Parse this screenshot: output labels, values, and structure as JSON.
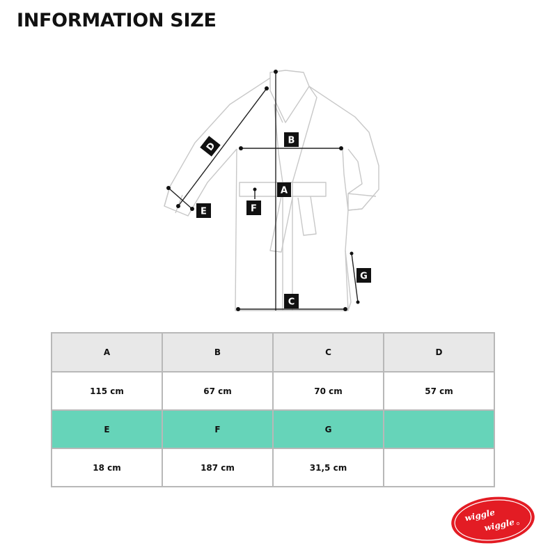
{
  "title": "INFORMATION SIZE",
  "diagram": {
    "labels": [
      "A",
      "B",
      "C",
      "D",
      "E",
      "F",
      "G"
    ]
  },
  "table": {
    "rows": [
      {
        "kind": "head",
        "cells": [
          "A",
          "B",
          "C",
          "D"
        ]
      },
      {
        "kind": "value",
        "cells": [
          "115 cm",
          "67 cm",
          "70 cm",
          "57 cm"
        ]
      },
      {
        "kind": "head2",
        "cells": [
          "E",
          "F",
          "G",
          ""
        ]
      },
      {
        "kind": "value",
        "cells": [
          "18 cm",
          "187 cm",
          "31,5 cm",
          ""
        ]
      }
    ]
  },
  "logo": {
    "line1": "wiggle",
    "line2": "wiggle"
  },
  "colors": {
    "header_row": "#e8e8e8",
    "accent_row": "#66d4b9",
    "logo_red": "#e31c24",
    "robe_outline": "#c8c8c8"
  }
}
